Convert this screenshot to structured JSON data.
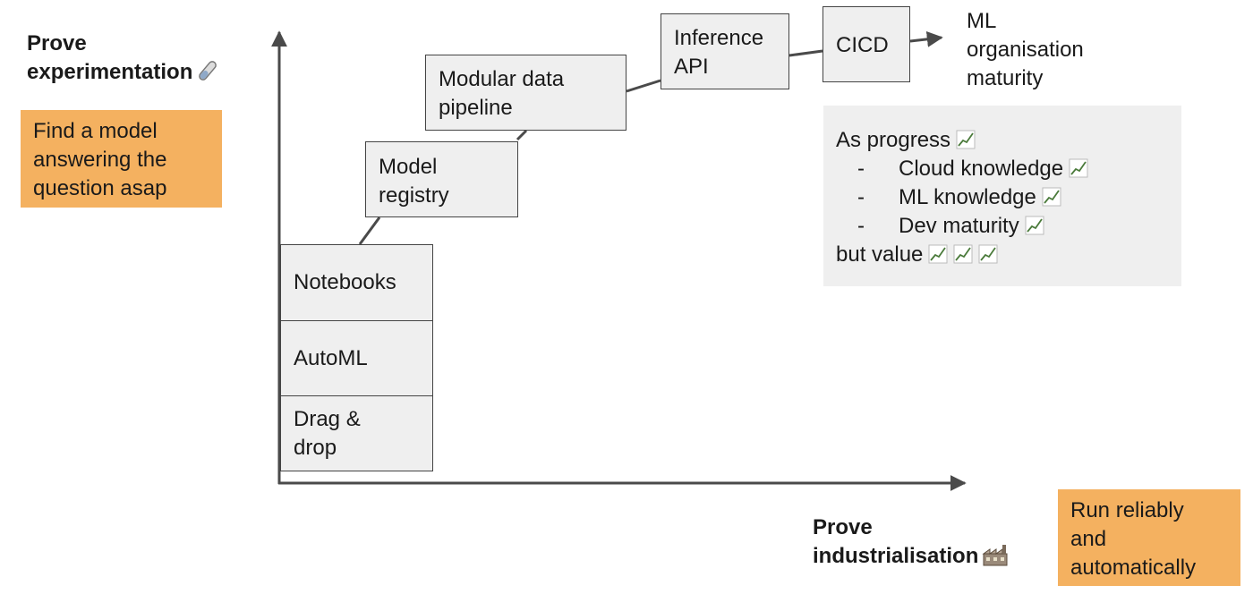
{
  "y_axis": {
    "title": "Prove experimentation",
    "title_line1": "Prove",
    "title_line2": "experimentation",
    "icon": "test-tube-icon",
    "note": "Find a model answering the question asap",
    "note_lines": [
      "Find a model",
      "answering the",
      "question asap"
    ]
  },
  "x_axis": {
    "title": "Prove industrialisation",
    "title_line1": "Prove",
    "title_line2": "industrialisation",
    "icon": "factory-icon",
    "note": "Run reliably and automatically",
    "note_lines": [
      "Run reliably",
      "and",
      "automatically"
    ]
  },
  "stack": [
    {
      "lines": [
        "Notebooks"
      ]
    },
    {
      "lines": [
        "AutoML"
      ]
    },
    {
      "lines": [
        "Drag &",
        "drop"
      ]
    }
  ],
  "steps": [
    {
      "lines": [
        "Model",
        "registry"
      ]
    },
    {
      "lines": [
        "Modular data",
        "pipeline"
      ]
    },
    {
      "lines": [
        "Inference",
        "API"
      ]
    },
    {
      "lines": [
        "CICD"
      ]
    }
  ],
  "destination": {
    "lines": [
      "ML",
      "organisation",
      "maturity"
    ]
  },
  "progress_note": {
    "heading": "As progress",
    "items": [
      "Cloud knowledge",
      "ML knowledge",
      "Dev maturity"
    ],
    "bullet": "-",
    "footer": "but value",
    "trend_icon": "chart-increasing-icon"
  },
  "colors": {
    "accent": "#f4b160",
    "box_fill": "#efefef",
    "axis": "#4a4a4a"
  }
}
